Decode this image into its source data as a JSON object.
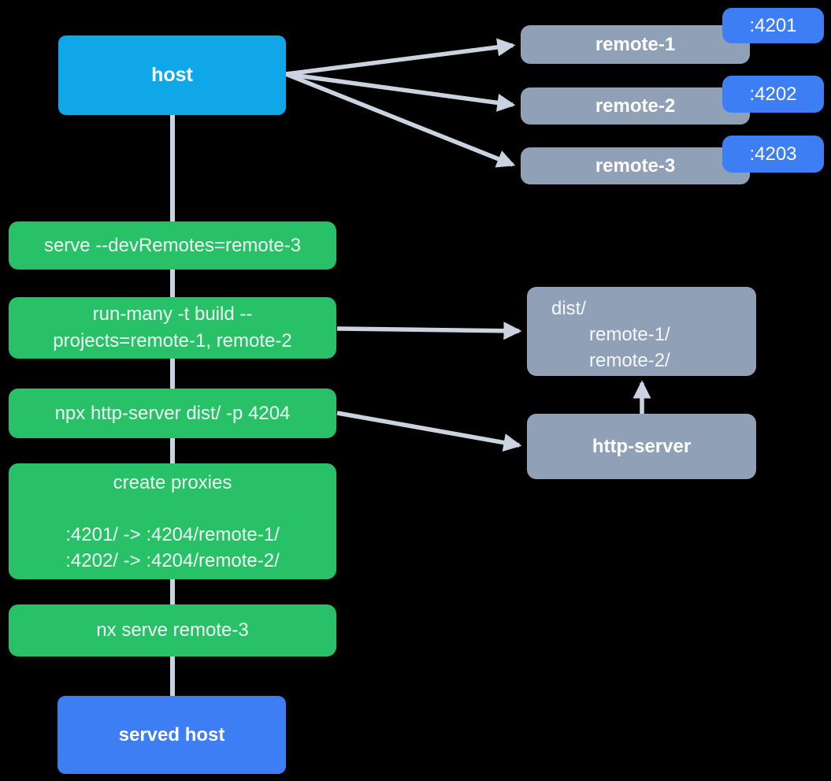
{
  "diagram": {
    "background": "#000000",
    "palette": {
      "host_blue": "#10a7e8",
      "royal_blue": "#3d7ef5",
      "command_green": "#29c167",
      "node_gray": "#90a0b6",
      "edge_gray": "#cbd3e1"
    },
    "host": {
      "label": "host"
    },
    "remotes": [
      {
        "label": "remote-1",
        "port": ":4201"
      },
      {
        "label": "remote-2",
        "port": ":4202"
      },
      {
        "label": "remote-3",
        "port": ":4203"
      }
    ],
    "commands": [
      {
        "lines": [
          "serve --devRemotes=remote-3"
        ]
      },
      {
        "lines": [
          "run-many -t build --",
          "projects=remote-1, remote-2"
        ]
      },
      {
        "lines": [
          "npx http-server dist/ -p 4204"
        ]
      },
      {
        "title": "create proxies",
        "lines": [
          ":4201/ -> :4204/remote-1/",
          ":4202/ -> :4204/remote-2/"
        ]
      },
      {
        "lines": [
          "nx serve remote-3"
        ]
      }
    ],
    "dist_folder": {
      "lines": [
        "dist/",
        "remote-1/",
        "remote-2/"
      ]
    },
    "http_server": {
      "label": "http-server"
    },
    "served_host": {
      "label": "served host"
    },
    "edges": [
      {
        "from": "host",
        "to": "remote-1"
      },
      {
        "from": "host",
        "to": "remote-2"
      },
      {
        "from": "host",
        "to": "remote-3"
      },
      {
        "from": "host",
        "to": "served-host",
        "via": "command-chain"
      },
      {
        "from": "run-many-build",
        "to": "dist-folder"
      },
      {
        "from": "npx-http-server",
        "to": "http-server"
      },
      {
        "from": "http-server",
        "to": "dist-folder"
      }
    ]
  }
}
